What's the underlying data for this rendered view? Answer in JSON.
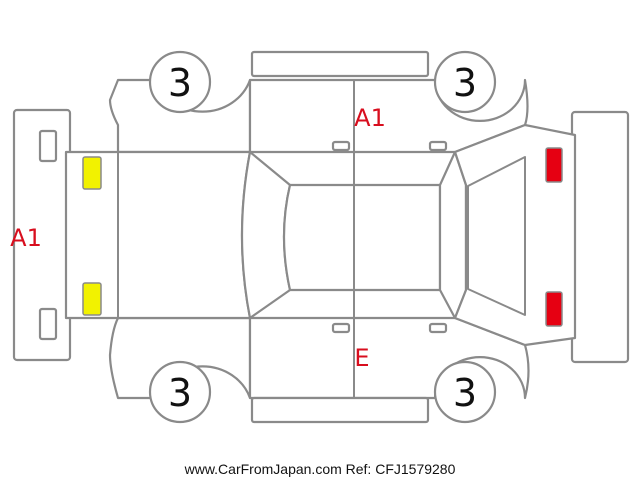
{
  "colors": {
    "outline": "#8a8a8a",
    "mark_yellow": "#f2f200",
    "mark_red": "#e60012",
    "code_text": "#d80e1e",
    "number_text": "#111111"
  },
  "tire_grades": {
    "front_left": "3",
    "rear_left": "3",
    "front_right": "3",
    "rear_right": "3"
  },
  "damage_codes": {
    "front_bumper": "A1",
    "right_doors": "A1",
    "left_doors": "E"
  },
  "markers": {
    "front_lights": "yellow",
    "rear_lights": "red"
  },
  "footer": "www.CarFromJapan.com Ref: CFJ1579280"
}
